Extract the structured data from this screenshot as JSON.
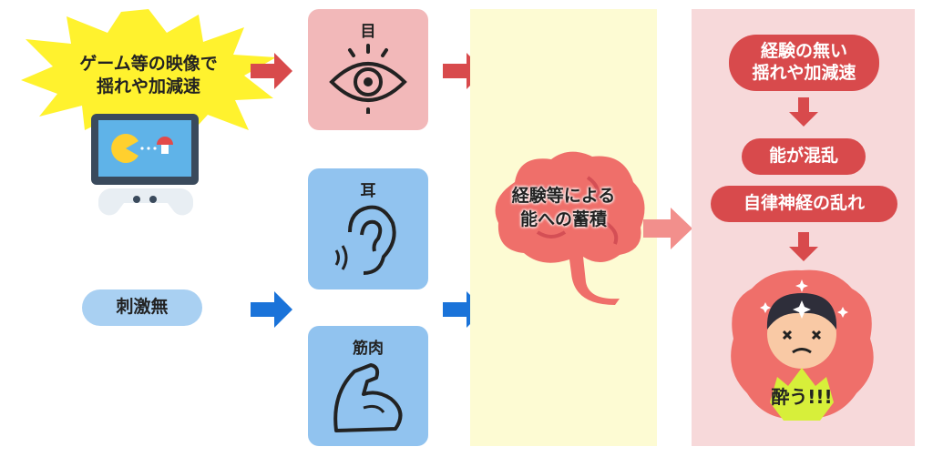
{
  "left": {
    "burst_text": [
      "ゲーム等の映像で",
      "揺れや加減速"
    ],
    "no_stimulus": "刺激無"
  },
  "senses": {
    "eye": "目",
    "ear": "耳",
    "muscle": "筋肉"
  },
  "brain": {
    "text": [
      "経験等による",
      "能への蓄積"
    ]
  },
  "result": {
    "step1": [
      "経験の無い",
      "揺れや加減速"
    ],
    "step2": "能が混乱",
    "step3": "自律神経の乱れ",
    "outcome": "酔う!!!"
  },
  "colors": {
    "red": "#d84a4c",
    "blue": "#1a73d9",
    "pink_panel": "#f7d9da",
    "yellow_panel": "#fdfbd3",
    "sense_pink": "#f2b8b9",
    "sense_blue": "#91c3ef"
  }
}
